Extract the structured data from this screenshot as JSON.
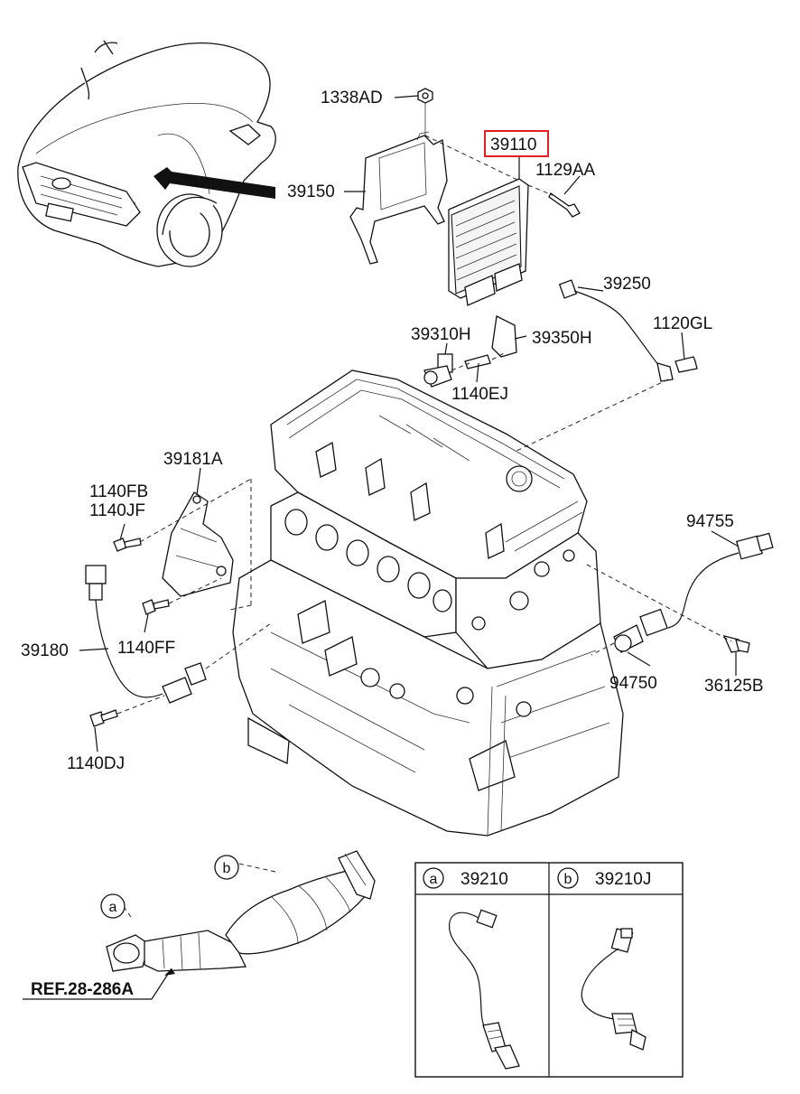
{
  "highlight_color": "#e02020",
  "labels": {
    "p1338AD": "1338AD",
    "p39110": "39110",
    "p1129AA": "1129AA",
    "p39150": "39150",
    "p39250": "39250",
    "p1120GL": "1120GL",
    "p39310H": "39310H",
    "p39350H": "39350H",
    "p1140EJ": "1140EJ",
    "p39181A": "39181A",
    "p1140FB": "1140FB",
    "p1140JF": "1140JF",
    "p94755": "94755",
    "p1140FF": "1140FF",
    "p39180": "39180",
    "p94750": "94750",
    "p36125B": "36125B",
    "p1140DJ": "1140DJ"
  },
  "callouts": {
    "a": "a",
    "b": "b"
  },
  "reference": "REF.28-286A",
  "legend": {
    "a_letter": "a",
    "a_part": "39210",
    "b_letter": "b",
    "b_part": "39210J"
  }
}
